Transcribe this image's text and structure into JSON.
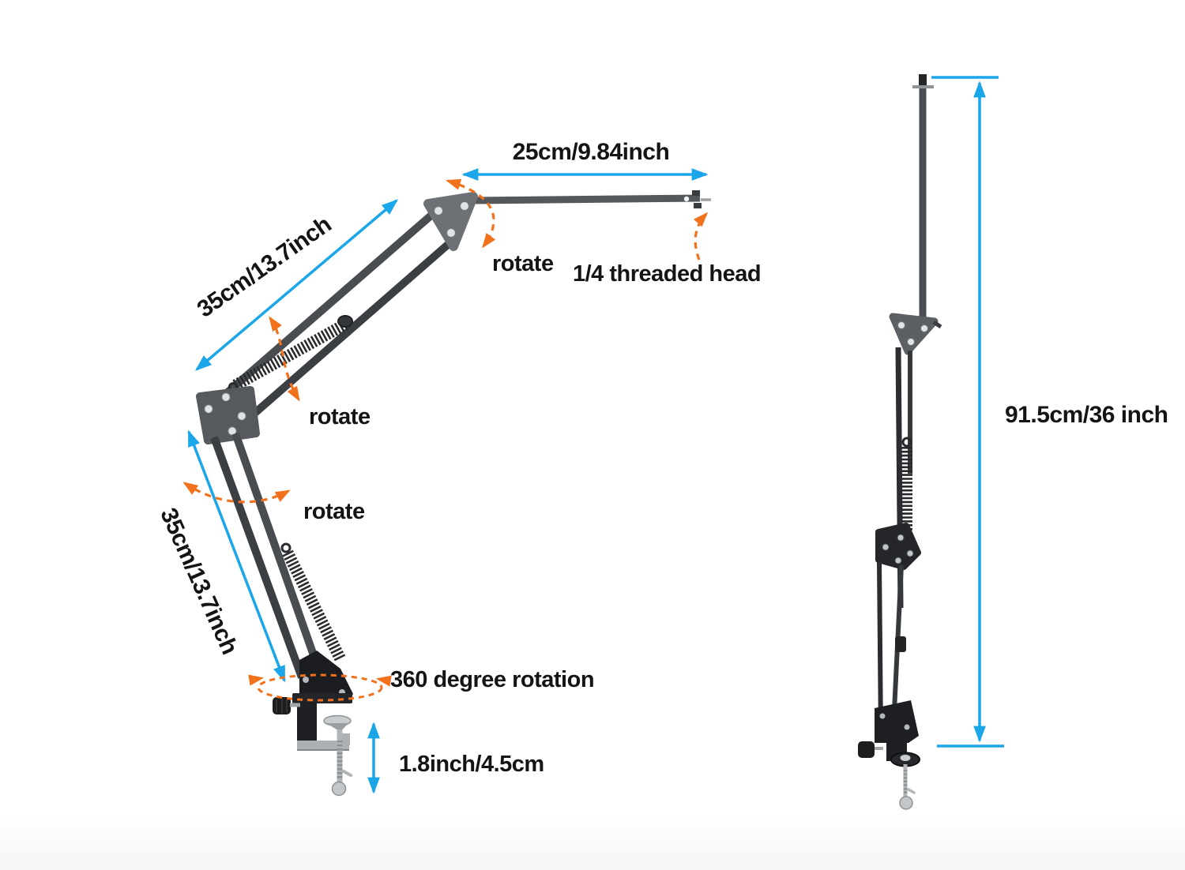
{
  "annotations": {
    "boom_length": "25cm/9.84inch",
    "upper_arm_length": "35cm/13.7inch",
    "lower_arm_length": "35cm/13.7inch",
    "rotate_top_joint": "rotate",
    "rotate_middle_joint": "rotate",
    "rotate_lower_arm": "rotate",
    "threaded_head": "1/4 threaded head",
    "base_rotation": "360 degree rotation",
    "clamp_capacity": "1.8inch/4.5cm",
    "extended_height": "91.5cm/36 inch"
  },
  "colors": {
    "dimension_arrow_blue": "#1ba6ea",
    "rotation_arrow_orange": "#f2711c",
    "label_text": "#141414",
    "arm_dark_gray": "#3b3e42",
    "joint_plate_gray": "#6d7074",
    "hardware_black": "#1d1f22",
    "metal_silver": "#b2b5b8",
    "background": "#ffffff"
  }
}
